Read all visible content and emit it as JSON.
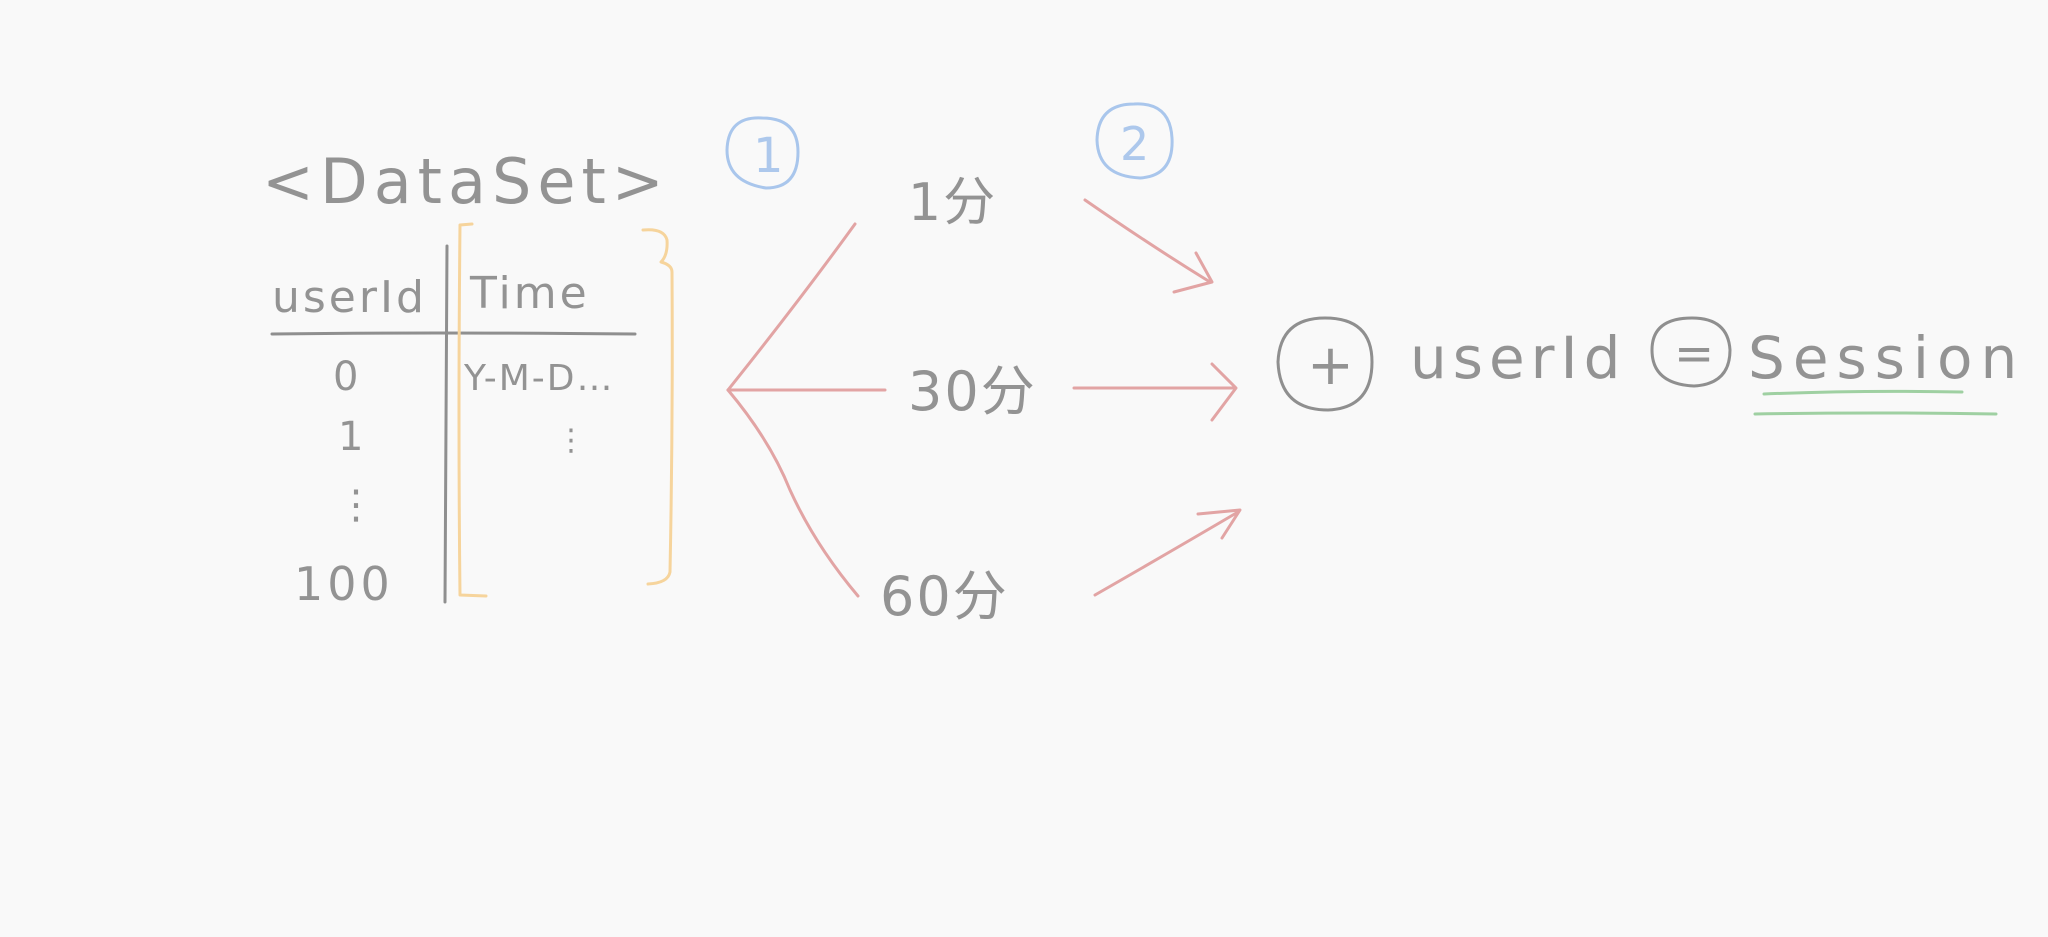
{
  "title": "<DataSet>",
  "table": {
    "headers": [
      "userId",
      "Time"
    ],
    "rows": [
      {
        "userId": "0",
        "time": "Y-M-D…"
      },
      {
        "userId": "1",
        "time": "⋮"
      },
      {
        "userId": "⋮",
        "time": ""
      },
      {
        "userId": "100",
        "time": ""
      }
    ]
  },
  "steps": [
    "1",
    "2"
  ],
  "intervals": [
    "1分",
    "30分",
    "60分"
  ],
  "result": {
    "plus_symbol": "+",
    "key": "userId",
    "equals_symbol": "=",
    "output": "Session"
  },
  "colors": {
    "ink": "#8f8f8f",
    "arrows": "#e2a4a4",
    "step_circles": "#a9c6ec",
    "bracket": "#f6d49c",
    "underline": "#9fd0a2"
  }
}
